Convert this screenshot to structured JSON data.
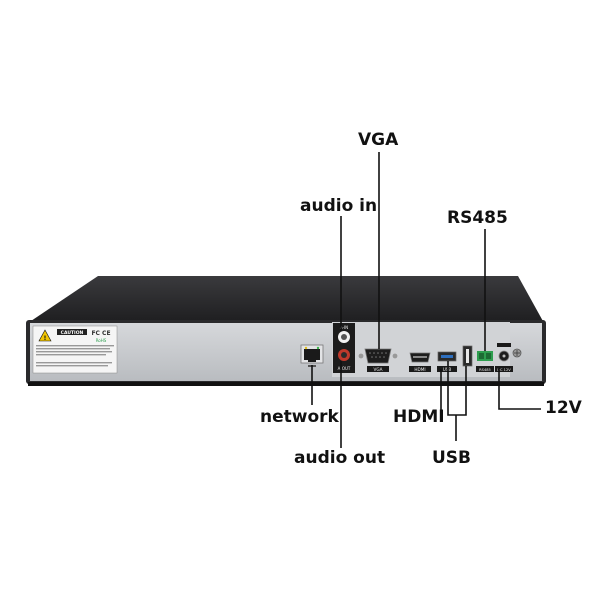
{
  "callouts": {
    "vga": "VGA",
    "audio_in": "audio in",
    "rs485": "RS485",
    "network": "network",
    "hdmi": "HDMI",
    "twelve_v": "12V",
    "audio_out": "audio out",
    "usb": "USB"
  },
  "panel_labels": {
    "caution": "CAUTION",
    "fc_mark": "FC CE",
    "rohs": "RoHS",
    "a_in": "A-IN",
    "a_out": "A-OUT",
    "vga": "VGA",
    "hdmi": "HDMI",
    "usb": "USB",
    "rs485": "RS485",
    "dc12v": "DC 12V"
  },
  "colors": {
    "chassis_top": "#2b2b2d",
    "back_panel": "#c9ccd0",
    "black_inset": "#1a1a1a",
    "rs485_green": "#2e9e4f",
    "audio_red": "#c0392b",
    "warning_yellow": "#f2c500"
  }
}
